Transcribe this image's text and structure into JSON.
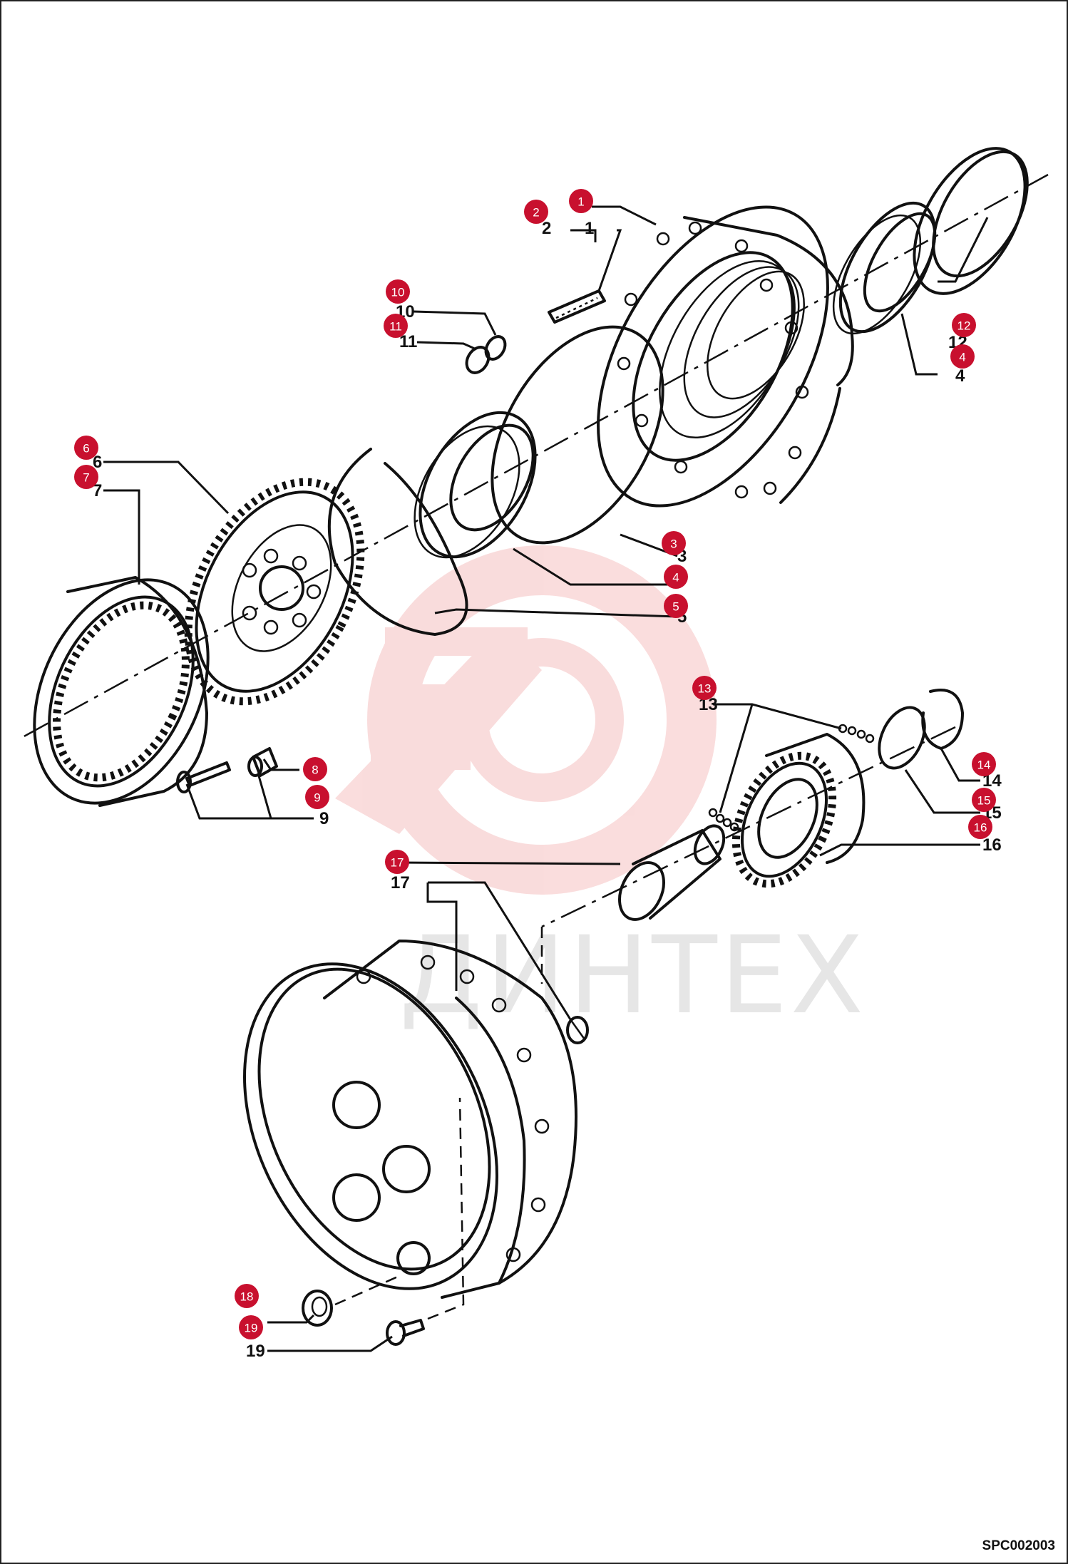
{
  "diagram_code": "SPC002003",
  "watermark": "ДИНТЕХ",
  "badge_color": "#c8102e",
  "callouts": [
    {
      "number": "1"
    },
    {
      "number": "2"
    },
    {
      "number": "3"
    },
    {
      "number": "4"
    },
    {
      "number": "5"
    },
    {
      "number": "6"
    },
    {
      "number": "7"
    },
    {
      "number": "8"
    },
    {
      "number": "9"
    },
    {
      "number": "10"
    },
    {
      "number": "11"
    },
    {
      "number": "12"
    },
    {
      "number": "4"
    },
    {
      "number": "13"
    },
    {
      "number": "14"
    },
    {
      "number": "15"
    },
    {
      "number": "16"
    },
    {
      "number": "17"
    },
    {
      "number": "18"
    },
    {
      "number": "19"
    }
  ]
}
